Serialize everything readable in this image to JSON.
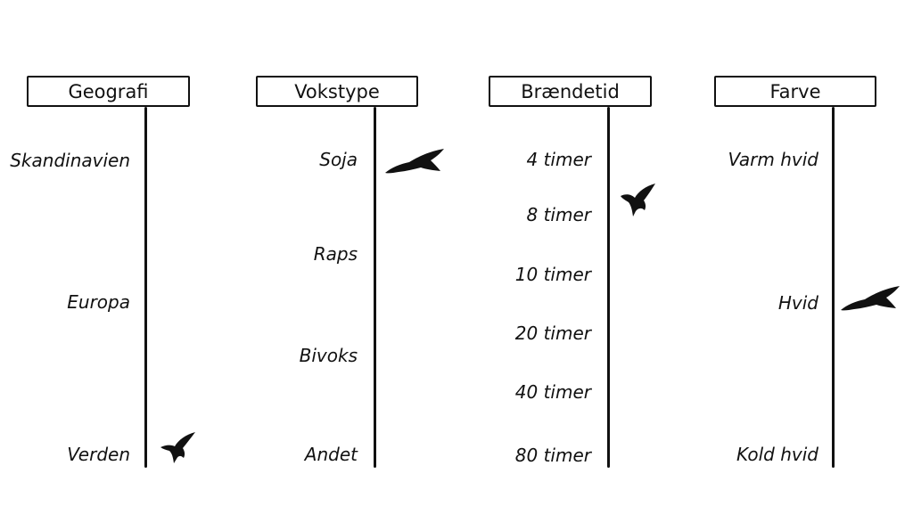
{
  "columns": [
    {
      "title": "Geografi",
      "options": [
        "Skandinavien",
        "Europa",
        "Verden"
      ],
      "selected": "Verden"
    },
    {
      "title": "Vokstype",
      "options": [
        "Soja",
        "Raps",
        "Bivoks",
        "Andet"
      ],
      "selected": "Soja"
    },
    {
      "title": "Brændetid",
      "options": [
        "4 timer",
        "8 timer",
        "10 timer",
        "20 timer",
        "40 timer",
        "80 timer"
      ],
      "selected": "8 timer"
    },
    {
      "title": "Farve",
      "options": [
        "Varm hvid",
        "Hvid",
        "Kold hvid"
      ],
      "selected": "Hvid"
    }
  ],
  "icons": {
    "marker": "bird-icon"
  },
  "colors": {
    "ink": "#111111",
    "background": "#ffffff"
  }
}
